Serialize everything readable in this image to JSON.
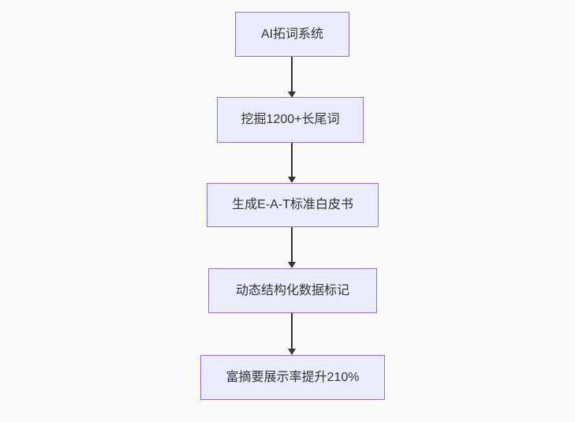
{
  "flowchart": {
    "type": "flowchart",
    "direction": "top-down",
    "nodes": [
      {
        "id": "node-1",
        "label": "AI拓词系统"
      },
      {
        "id": "node-2",
        "label": "挖掘1200+长尾词"
      },
      {
        "id": "node-3",
        "label": "生成E-A-T标准白皮书"
      },
      {
        "id": "node-4",
        "label": "动态结构化数据标记"
      },
      {
        "id": "node-5",
        "label": "富摘要展示率提升210%"
      }
    ],
    "edges": [
      {
        "from": "node-1",
        "to": "node-2"
      },
      {
        "from": "node-2",
        "to": "node-3"
      },
      {
        "from": "node-3",
        "to": "node-4"
      },
      {
        "from": "node-4",
        "to": "node-5"
      }
    ],
    "colors": {
      "background": "#fafafa",
      "node_fill": "#ececff",
      "node_border": "#9370db",
      "arrow": "#333333",
      "text": "#333333"
    }
  }
}
